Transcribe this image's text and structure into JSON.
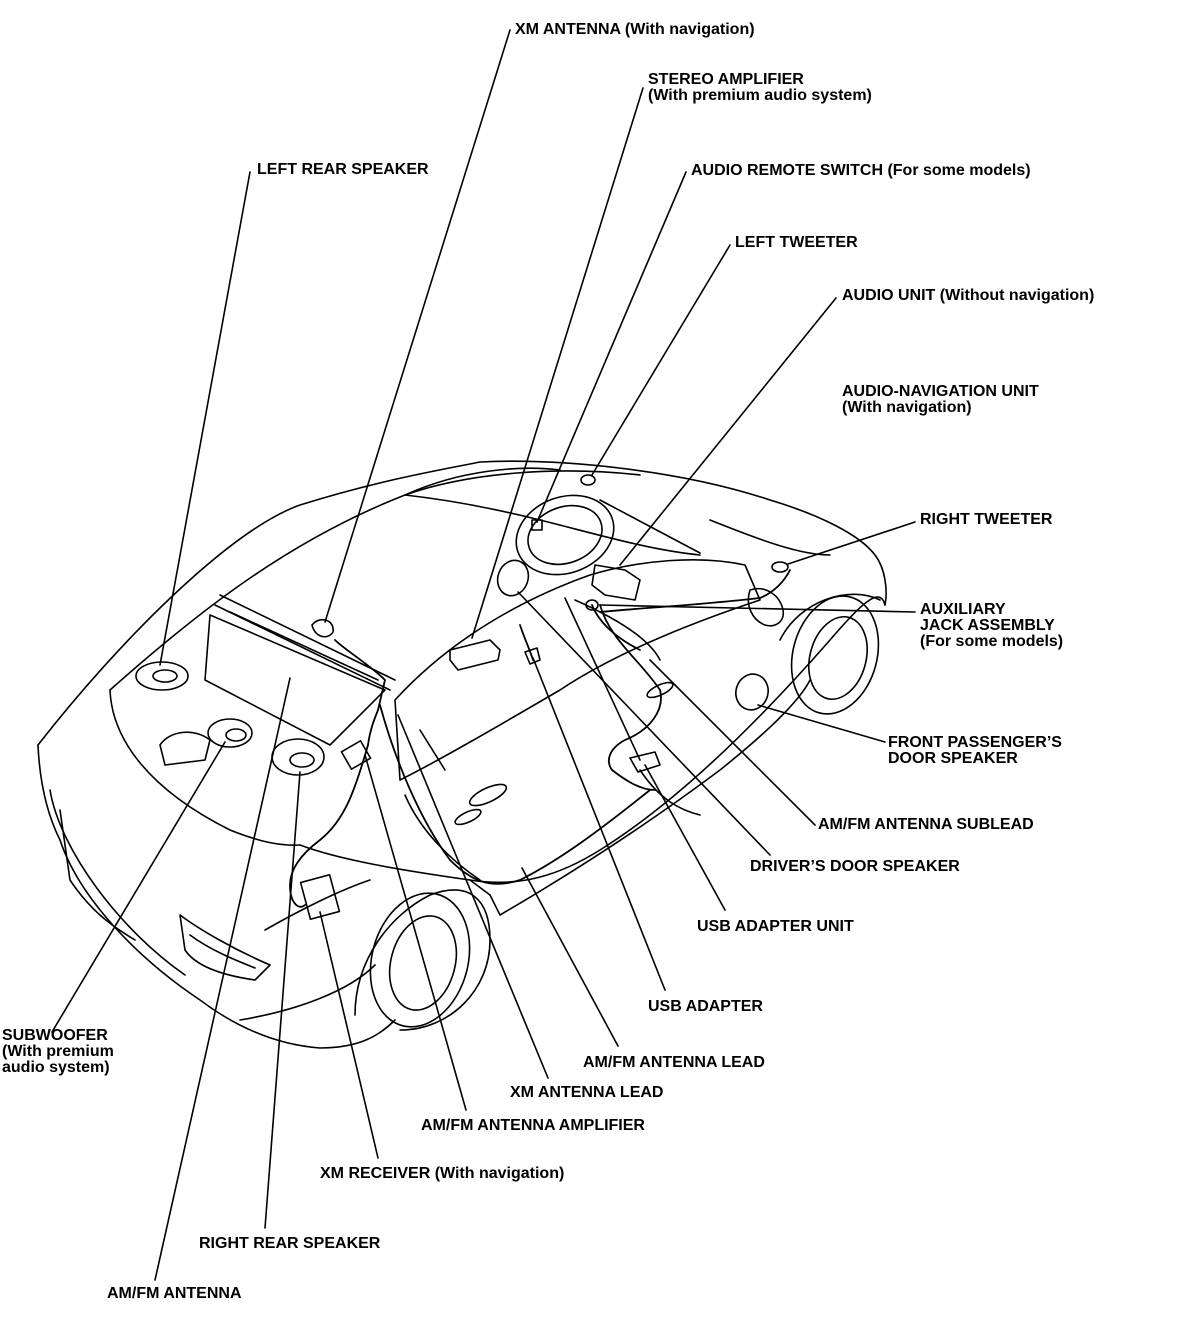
{
  "labels": {
    "xm_antenna": "XM ANTENNA (With navigation)",
    "stereo_amp_1": "STEREO AMPLIFIER",
    "stereo_amp_2": "(With premium audio system)",
    "left_rear_speaker": "LEFT REAR SPEAKER",
    "audio_remote_switch": "AUDIO REMOTE SWITCH (For some models)",
    "left_tweeter": "LEFT TWEETER",
    "audio_unit": "AUDIO UNIT (Without navigation)",
    "audio_nav_1": "AUDIO-NAVIGATION UNIT",
    "audio_nav_2": "(With navigation)",
    "right_tweeter": "RIGHT TWEETER",
    "aux_jack_1": "AUXILIARY",
    "aux_jack_2": "JACK ASSEMBLY",
    "aux_jack_3": "(For some models)",
    "front_pass_1": "FRONT PASSENGER’S",
    "front_pass_2": "DOOR SPEAKER",
    "amfm_sublead": "AM/FM ANTENNA SUBLEAD",
    "drivers_door": "DRIVER’S DOOR SPEAKER",
    "usb_adapter_unit": "USB ADAPTER UNIT",
    "usb_adapter": "USB ADAPTER",
    "amfm_lead": "AM/FM ANTENNA LEAD",
    "xm_lead": "XM ANTENNA LEAD",
    "amfm_amp": "AM/FM ANTENNA AMPLIFIER",
    "xm_receiver": "XM RECEIVER (With navigation)",
    "subwoofer_1": "SUBWOOFER",
    "subwoofer_2": "(With premium",
    "subwoofer_3": "audio system)",
    "right_rear_speaker": "RIGHT REAR SPEAKER",
    "amfm_antenna": "AM/FM ANTENNA"
  }
}
